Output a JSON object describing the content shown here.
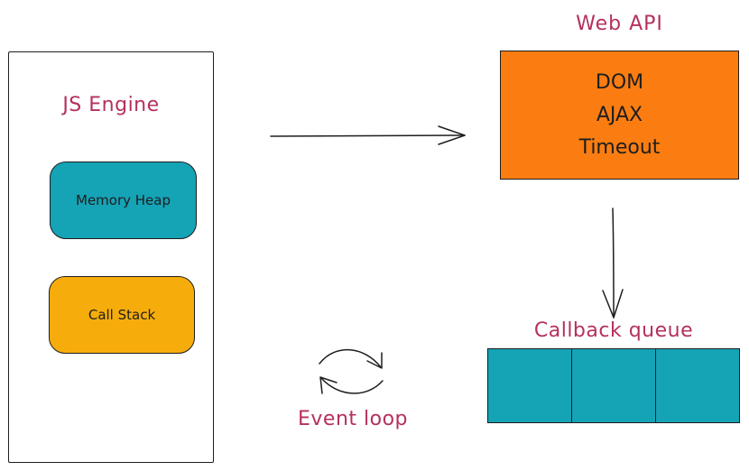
{
  "js_engine": {
    "title": "JS Engine",
    "memory_heap": "Memory Heap",
    "call_stack": "Call Stack"
  },
  "web_api": {
    "title": "Web API",
    "items": [
      "DOM",
      "AJAX",
      "Timeout"
    ]
  },
  "callback_queue": {
    "title": "Callback queue",
    "cells": 3
  },
  "event_loop": {
    "label": "Event loop"
  },
  "colors": {
    "label": "#b5305e",
    "memory_heap": "#15a3b6",
    "call_stack": "#f6ad0c",
    "web_api": "#fb7d11",
    "queue": "#15a3b6",
    "stroke": "#1e1e1e"
  },
  "icons": {
    "event_loop": "cycle-arrows-icon"
  }
}
